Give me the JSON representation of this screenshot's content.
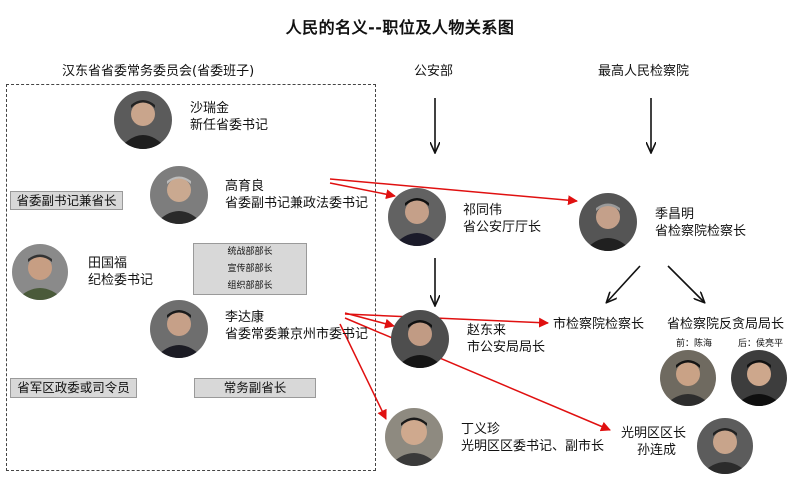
{
  "title": "人民的名义--职位及人物关系图",
  "headers": {
    "committee": "汉东省省委常务委员会(省委班子)",
    "police": "公安部",
    "procuratorate": "最高人民检察院"
  },
  "people": {
    "sha": {
      "name": "沙瑞金",
      "role": "新任省委书记"
    },
    "gao": {
      "name": "高育良",
      "role": "省委副书记兼政法委书记"
    },
    "tian": {
      "name": "田国福",
      "role": "纪检委书记"
    },
    "li": {
      "name": "李达康",
      "role": "省委常委兼京州市委书记"
    },
    "qi": {
      "name": "祁同伟",
      "role": "省公安厅厅长"
    },
    "ji": {
      "name": "季昌明",
      "role": "省检察院检察长"
    },
    "zhao": {
      "name": "赵东来",
      "role": "市公安局局长"
    },
    "ding": {
      "name": "丁义珍",
      "role": "光明区区委书记、副市长"
    },
    "sun": {
      "name": "孙连成",
      "role": "光明区区长"
    }
  },
  "boxes": {
    "deputy_governor_sec": "省委副书记兼省长",
    "military": "省军区政委或司令员",
    "exec_vice_governor": "常务副省长",
    "depts": [
      "统战部部长",
      "宣传部部长",
      "组织部部长"
    ]
  },
  "labels": {
    "city_procuratorate": "市检察院检察长",
    "anti_corruption": "省检察院反贪局局长",
    "former": "前：陈海",
    "latter": "后：侯亮平"
  },
  "colors": {
    "arrow_red": "#e01010",
    "arrow_black": "#111111",
    "box_gray": "#d8d8d8"
  }
}
